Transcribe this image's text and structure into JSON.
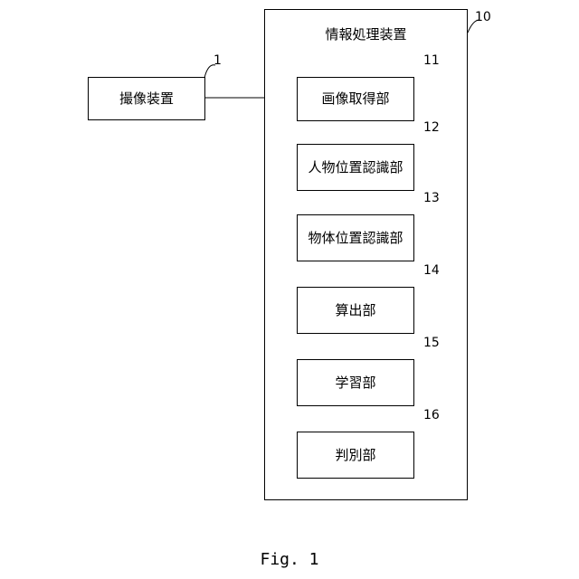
{
  "camera": {
    "label": "撮像装置",
    "ref": "1"
  },
  "device": {
    "title": "情報処理装置",
    "ref": "10",
    "units": [
      {
        "label": "画像取得部",
        "ref": "11"
      },
      {
        "label": "人物位置認識部",
        "ref": "12"
      },
      {
        "label": "物体位置認識部",
        "ref": "13"
      },
      {
        "label": "算出部",
        "ref": "14"
      },
      {
        "label": "学習部",
        "ref": "15"
      },
      {
        "label": "判別部",
        "ref": "16"
      }
    ]
  },
  "figure_label": "Fig. 1"
}
